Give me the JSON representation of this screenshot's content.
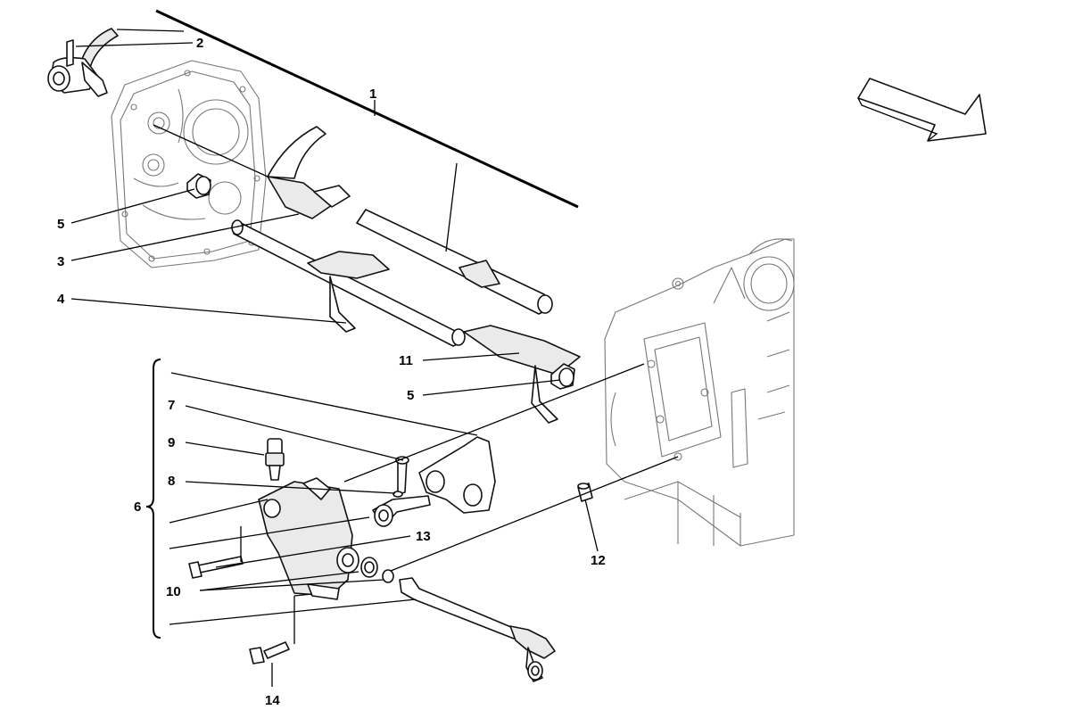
{
  "diagram": {
    "callouts": [
      {
        "id": "c1",
        "text": "1"
      },
      {
        "id": "c2",
        "text": "2"
      },
      {
        "id": "c3",
        "text": "3"
      },
      {
        "id": "c4",
        "text": "4"
      },
      {
        "id": "c5a",
        "text": "5"
      },
      {
        "id": "c5b",
        "text": "5"
      },
      {
        "id": "c6",
        "text": "6"
      },
      {
        "id": "c7",
        "text": "7"
      },
      {
        "id": "c8",
        "text": "8"
      },
      {
        "id": "c9",
        "text": "9"
      },
      {
        "id": "c10",
        "text": "10"
      },
      {
        "id": "c11",
        "text": "11"
      },
      {
        "id": "c12",
        "text": "12"
      },
      {
        "id": "c13",
        "text": "13"
      },
      {
        "id": "c14",
        "text": "14"
      }
    ]
  }
}
